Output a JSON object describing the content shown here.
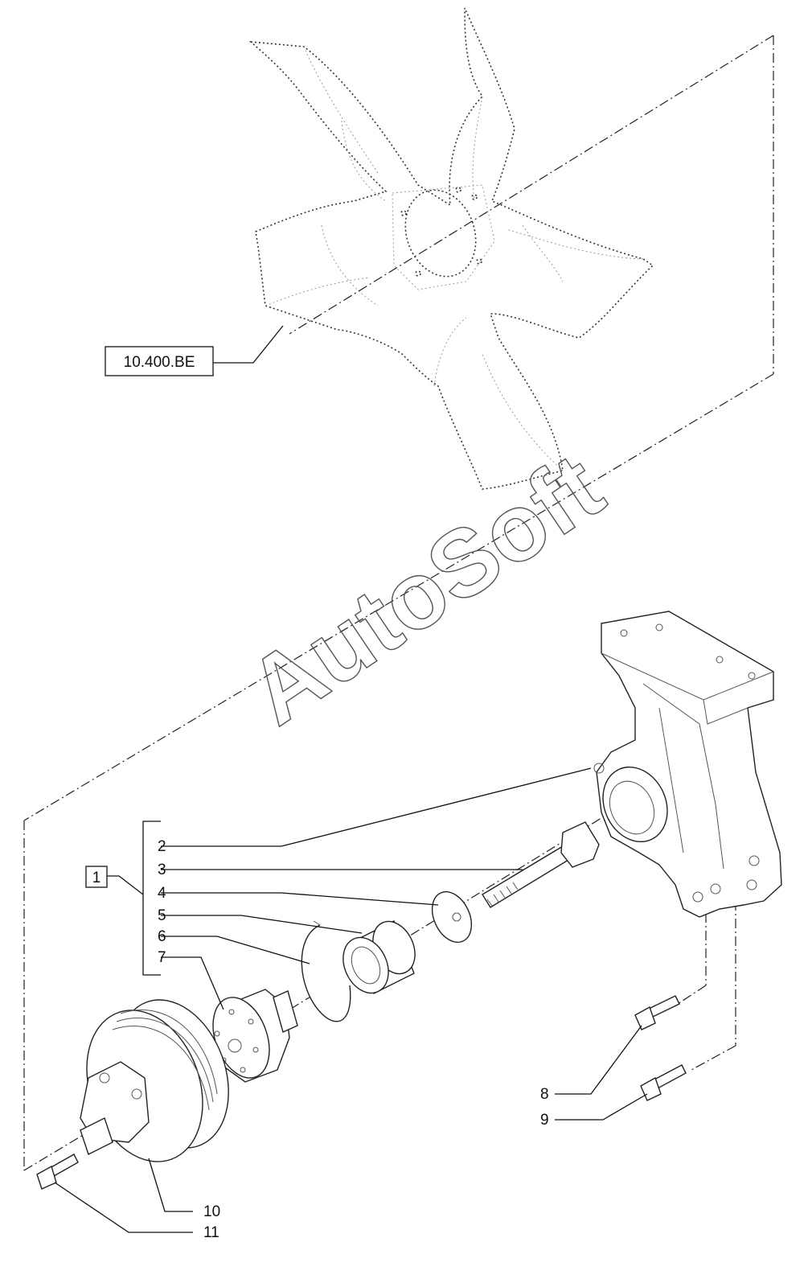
{
  "reference_box": {
    "label": "10.400.BE"
  },
  "assembly_box": {
    "label": "1"
  },
  "callouts": [
    {
      "number": "2"
    },
    {
      "number": "3"
    },
    {
      "number": "4"
    },
    {
      "number": "5"
    },
    {
      "number": "6"
    },
    {
      "number": "7"
    },
    {
      "number": "8"
    },
    {
      "number": "9"
    },
    {
      "number": "10"
    },
    {
      "number": "11"
    }
  ],
  "watermark": {
    "text": "AutoSoft"
  }
}
